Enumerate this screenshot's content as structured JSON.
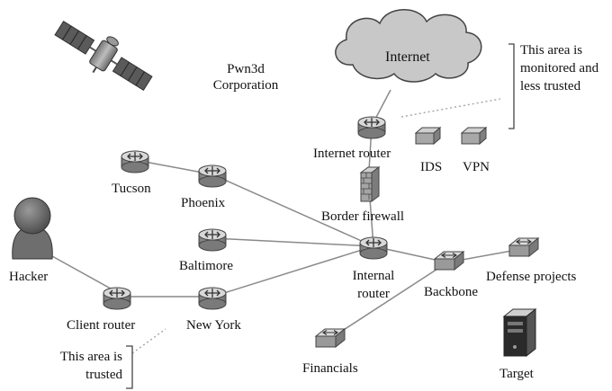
{
  "title": {
    "line1": "Pwn3d",
    "line2": "Corporation"
  },
  "internet": "Internet",
  "nodes": {
    "internet_router": "Internet router",
    "ids": "IDS",
    "vpn": "VPN",
    "border_firewall": "Border firewall",
    "tucson": "Tucson",
    "phoenix": "Phoenix",
    "baltimore": "Baltimore",
    "internal_router": {
      "line1": "Internal",
      "line2": "router"
    },
    "backbone": "Backbone",
    "defense_projects": "Defense projects",
    "hacker": "Hacker",
    "client_router": "Client router",
    "new_york": "New York",
    "financials": "Financials",
    "target": "Target"
  },
  "notes": {
    "monitored": {
      "line1": "This area is",
      "line2": "monitored and",
      "line3": "less trusted"
    },
    "trusted": {
      "line1": "This area is",
      "line2": "trusted"
    }
  },
  "colors": {
    "device_body": "#9a9a9a",
    "device_top": "#d6d6d6",
    "cloud": "#c8c8c8",
    "link": "#8a8a8a",
    "hacker": "#6e6e6e"
  }
}
